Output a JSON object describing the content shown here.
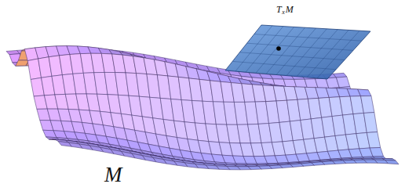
{
  "diagram": {
    "labels": [
      "T",
      "x",
      "M",
      "M"
    ]
  }
}
